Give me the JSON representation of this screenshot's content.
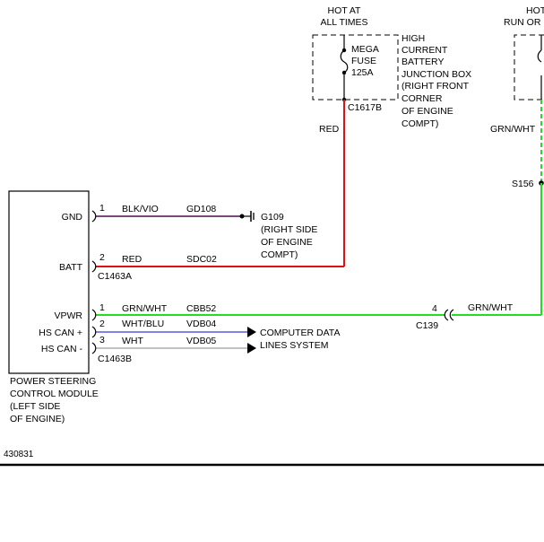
{
  "top": {
    "hot_at_all_times": [
      "HOT AT",
      "ALL TIMES"
    ],
    "hot_run_partial": [
      "HOT",
      "RUN OR"
    ]
  },
  "fuse": {
    "label": [
      "MEGA",
      "FUSE",
      "125A"
    ],
    "junction_box": [
      "HIGH",
      "CURRENT",
      "BATTERY",
      "JUNCTION BOX",
      "(RIGHT FRONT",
      "CORNER",
      "OF ENGINE",
      "COMPT)"
    ],
    "connector": "C1617B"
  },
  "wires": {
    "red_vertical": "RED",
    "green_vertical": "GRN/WHT",
    "splice": "S156",
    "gnd": {
      "pin": "1",
      "color": "BLK/VIO",
      "circuit": "GD108"
    },
    "batt": {
      "pin": "2",
      "color": "RED",
      "circuit": "SDC02"
    },
    "vpwr": {
      "pin": "1",
      "color": "GRN/WHT",
      "circuit": "CBB52"
    },
    "hscan_plus": {
      "pin": "2",
      "color": "WHT/BLU",
      "circuit": "VDB04"
    },
    "hscan_minus": {
      "pin": "3",
      "color": "WHT",
      "circuit": "VDB05"
    },
    "c139_pin": "4",
    "c139_color": "GRN/WHT",
    "c139": "C139"
  },
  "ground": {
    "name": "G109",
    "location": [
      "(RIGHT SIDE",
      "OF ENGINE",
      "COMPT)"
    ]
  },
  "module": {
    "pins": {
      "gnd": "GND",
      "batt": "BATT",
      "vpwr": "VPWR",
      "hscan_plus": "HS CAN +",
      "hscan_minus": "HS CAN -"
    },
    "connector_a": "C1463A",
    "connector_b": "C1463B",
    "name": [
      "POWER STEERING",
      "CONTROL MODULE",
      "(LEFT SIDE",
      "OF ENGINE)"
    ]
  },
  "data_lines": [
    "COMPUTER DATA",
    "LINES SYSTEM"
  ],
  "figure_id": "430831",
  "colors": {
    "red_wire": "#dd1111",
    "green_wire": "#22dd22",
    "violet_wire": "#6a2f6a",
    "blue_wire": "#7070e8",
    "white_wire": "#b8b8b8",
    "line": "#000000"
  }
}
